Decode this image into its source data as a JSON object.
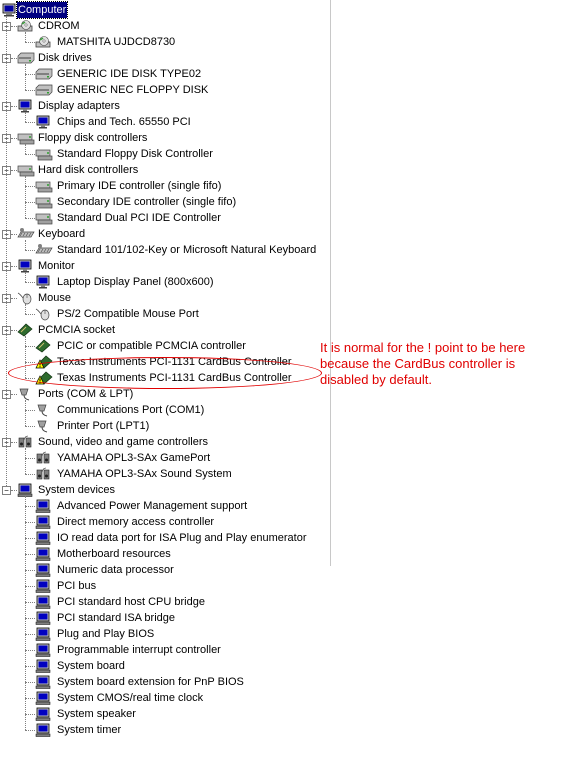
{
  "tree": {
    "root": {
      "label": "Computer"
    },
    "categories": [
      {
        "key": "cdrom",
        "label": "CDROM",
        "icon": "cdrom-icon",
        "children": [
          "MATSHITA UJDCD8730"
        ]
      },
      {
        "key": "disk-drives",
        "label": "Disk drives",
        "icon": "disk-drive-icon",
        "children": [
          "GENERIC IDE  DISK TYPE02",
          "GENERIC NEC  FLOPPY DISK"
        ]
      },
      {
        "key": "display-adapters",
        "label": "Display adapters",
        "icon": "monitor-icon",
        "children": [
          "Chips and Tech. 65550 PCI"
        ]
      },
      {
        "key": "floppy-disk-controllers",
        "label": "Floppy disk controllers",
        "icon": "controller-icon",
        "children": [
          "Standard Floppy Disk Controller"
        ]
      },
      {
        "key": "hard-disk-controllers",
        "label": "Hard disk controllers",
        "icon": "controller-icon",
        "children": [
          "Primary IDE controller (single fifo)",
          "Secondary IDE controller (single fifo)",
          "Standard Dual PCI IDE Controller"
        ]
      },
      {
        "key": "keyboard",
        "label": "Keyboard",
        "icon": "keyboard-icon",
        "children": [
          "Standard 101/102-Key or Microsoft Natural Keyboard"
        ]
      },
      {
        "key": "monitor",
        "label": "Monitor",
        "icon": "monitor-icon",
        "children": [
          "Laptop Display Panel (800x600)"
        ]
      },
      {
        "key": "mouse",
        "label": "Mouse",
        "icon": "mouse-icon",
        "children": [
          "PS/2 Compatible Mouse Port"
        ]
      },
      {
        "key": "pcmcia-socket",
        "label": "PCMCIA socket",
        "icon": "pcmcia-icon",
        "children": [
          "PCIC or compatible PCMCIA controller",
          "Texas Instruments PCI-1131 CardBus Controller",
          "Texas Instruments PCI-1131 CardBus Controller"
        ],
        "warning_children": [
          1,
          2
        ]
      },
      {
        "key": "ports",
        "label": "Ports (COM & LPT)",
        "icon": "port-icon",
        "children": [
          "Communications Port (COM1)",
          "Printer Port (LPT1)"
        ]
      },
      {
        "key": "sound",
        "label": "Sound, video and game controllers",
        "icon": "sound-icon",
        "children": [
          "YAMAHA OPL3-SAx GamePort",
          "YAMAHA OPL3-SAx Sound System"
        ]
      },
      {
        "key": "system-devices",
        "label": "System devices",
        "icon": "system-device-icon",
        "children": [
          "Advanced Power Management support",
          "Direct memory access controller",
          "IO read data port for ISA Plug and Play enumerator",
          "Motherboard resources",
          "Numeric data processor",
          "PCI bus",
          "PCI standard host CPU bridge",
          "PCI standard ISA bridge",
          "Plug and Play BIOS",
          "Programmable interrupt controller",
          "System board",
          "System board extension for PnP BIOS",
          "System CMOS/real time clock",
          "System speaker",
          "System timer"
        ]
      }
    ]
  },
  "annotation": {
    "lines": [
      "It is normal for the ! point to be here",
      "because the CardBus controller is",
      "disabled by default."
    ],
    "color": "#e00000"
  },
  "colors": {
    "selection": "#000080",
    "tree_line": "#808080"
  }
}
